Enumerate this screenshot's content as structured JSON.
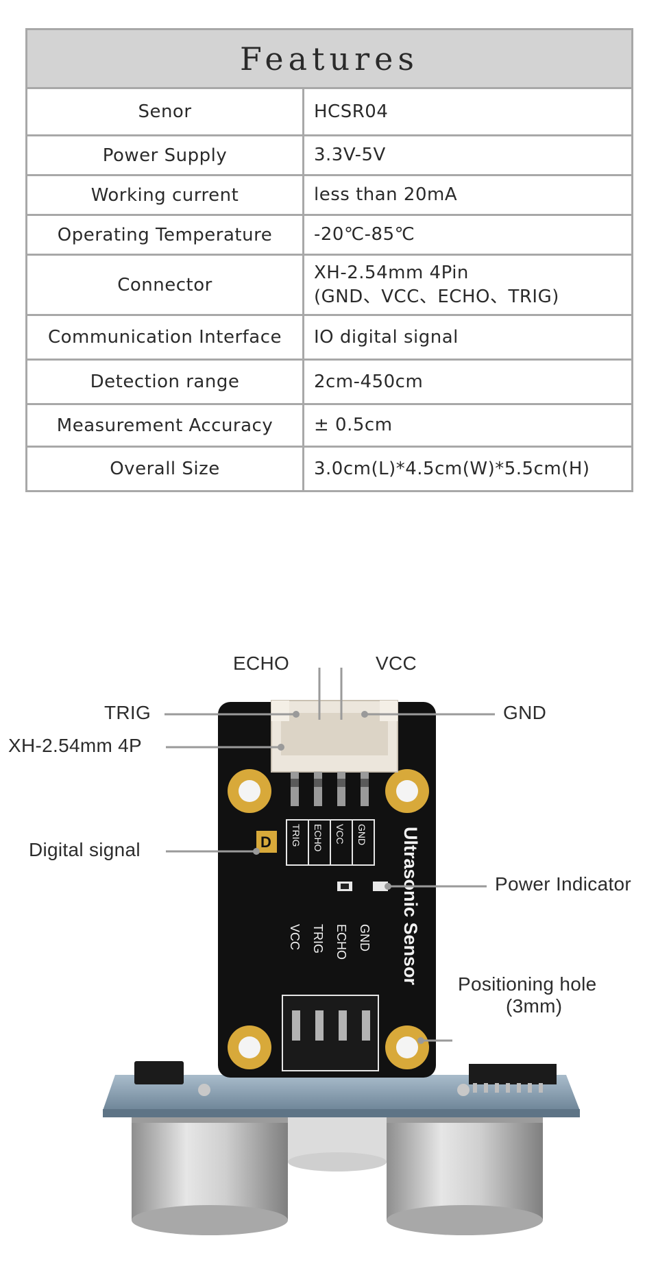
{
  "features": {
    "title": "Features",
    "rows": [
      {
        "label": "Senor",
        "value": [
          "HCSR04"
        ]
      },
      {
        "label": "Power Supply",
        "value": [
          "3.3V-5V"
        ]
      },
      {
        "label": "Working current",
        "value": [
          "less than 20mA"
        ]
      },
      {
        "label": "Operating Temperature",
        "value": [
          "-20℃-85℃"
        ]
      },
      {
        "label": "Connector",
        "value": [
          "XH-2.54mm 4Pin",
          "(GND、VCC、ECHO、TRIG)"
        ]
      },
      {
        "label": "Communication Interface",
        "value": [
          "IO digital signal"
        ]
      },
      {
        "label": "Detection range",
        "value": [
          "2cm-450cm"
        ]
      },
      {
        "label": "Measurement Accuracy",
        "value": [
          "± 0.5cm"
        ]
      },
      {
        "label": "Overall Size",
        "value": [
          "3.0cm(L)*4.5cm(W)*5.5cm(H)"
        ]
      }
    ]
  },
  "diagram": {
    "callouts": {
      "echo": "ECHO",
      "vcc": "VCC",
      "trig": "TRIG",
      "gnd": "GND",
      "connector": "XH-2.54mm 4P",
      "digital_signal": "Digital signal",
      "power_indicator": "Power Indicator",
      "positioning_hole_1": "Positioning hole",
      "positioning_hole_2": "(3mm)"
    },
    "board": {
      "name": "Ultrasonic Sensor",
      "top_pins": [
        "TRIG",
        "ECHO",
        "VCC",
        "GND"
      ],
      "bottom_pins": [
        "VCC",
        "TRIG",
        "ECHO",
        "GND"
      ],
      "badge": "D"
    },
    "colors": {
      "pcb": "#111111",
      "pad_gold": "#d8a93a",
      "sensor_board": "#8fa6b8",
      "transducer": "#c7c7c7",
      "connector": "#ece6dc",
      "leader": "#9a9a9a"
    }
  }
}
